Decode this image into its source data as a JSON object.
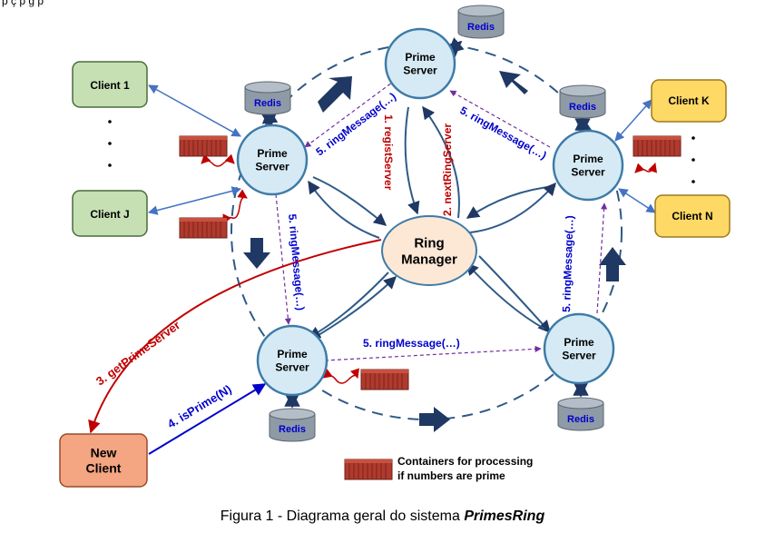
{
  "header_fragment": "p                                   ç                                     p         g                        p",
  "colors": {
    "prime_fill": "#d5eaf4",
    "prime_stroke": "#3e7ba7",
    "ring_fill": "#fde8d6",
    "client_green": "#c6e0b4",
    "client_yellow": "#ffd966",
    "new_client": "#f4a582",
    "redis": "#8e9aa6",
    "arrow_dark": "#1f3864",
    "blue_line": "#4472c4",
    "red_line": "#c00000",
    "purple_dash": "#7030a0"
  },
  "nodes": {
    "ring_manager": "Ring\nManager",
    "prime_server_label": "Prime\nServer",
    "redis_label": "Redis",
    "client_1": "Client 1",
    "client_j": "Client J",
    "client_k": "Client K",
    "client_n": "Client N",
    "new_client": "New\nClient"
  },
  "edges": {
    "regist_server": "1. registServer",
    "next_ring_server": "2. nextRingServer",
    "get_prime_server": "3. getPrimeServer",
    "is_prime": "4. isPrime(N)",
    "ring_message": "5. ringMessage(…)"
  },
  "legend": {
    "containers_line1": "Containers for processing",
    "containers_line2": "if numbers are prime"
  },
  "caption": {
    "prefix": "Figura 1 - Diagrama geral do sistema ",
    "name": "PrimesRing"
  }
}
